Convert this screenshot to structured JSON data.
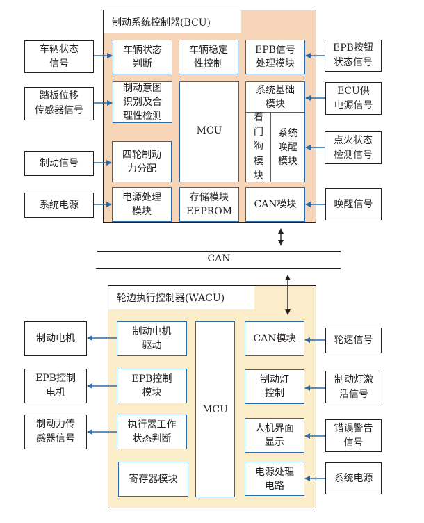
{
  "bcu": {
    "title": "制动系统控制器(BCU)",
    "modules": {
      "vehicle_state": "车辆状态\n判断",
      "stability": "车辆稳定\n性控制",
      "epb_signal": "EPB信号\n处理模块",
      "brake_intent": "制动意图\n识别及合\n理性检测",
      "mcu": "MCU",
      "system_base": "系统基础\n模块",
      "watchdog": "看\n门\n狗\n模\n块",
      "wakeup": "系统\n唤醒\n模块",
      "four_wheel": "四轮制动\n力分配",
      "power": "电源处理\n模块",
      "storage": "存储模块\nEEPROM",
      "can": "CAN模块"
    },
    "inputs_left": {
      "vehicle_state_signal": "车辆状态\n信号",
      "pedal_sensor": "踏板位移\n传感器信号",
      "brake_signal": "制动信号",
      "system_power": "系统电源"
    },
    "inputs_right": {
      "epb_button": "EPB按钮\n状态信号",
      "ecu_power": "ECU供\n电源信号",
      "ignition": "点火状态\n检测信号",
      "wakeup_signal": "唤醒信号"
    }
  },
  "bus": {
    "label": "CAN"
  },
  "wacu": {
    "title": "轮边执行控制器(WACU)",
    "modules": {
      "motor_drive": "制动电机\n驱动",
      "epb_control": "EPB控制\n模块",
      "actuator_state": "执行器工作\n状态判断",
      "register": "寄存器模块",
      "mcu": "MCU",
      "can": "CAN模块",
      "brake_light": "制动灯\n控制",
      "hmi": "人机界面\n显示",
      "power": "电源处理\n电路"
    },
    "outputs_left": {
      "brake_motor": "制动电机",
      "epb_motor": "EPB控制\n电机",
      "force_sensor": "制动力传\n感器信号"
    },
    "inputs_right": {
      "wheel_speed": "轮速信号",
      "brake_light_activate": "制动灯激\n活信号",
      "error_warning": "错误警告\n信号",
      "system_power": "系统电源"
    }
  },
  "colors": {
    "bcu_fill": "#f7d5b8",
    "wacu_fill": "#fbedca",
    "module_border": "#2a6aa8",
    "arrow": "#2a6aa8",
    "line": "#231f20"
  }
}
